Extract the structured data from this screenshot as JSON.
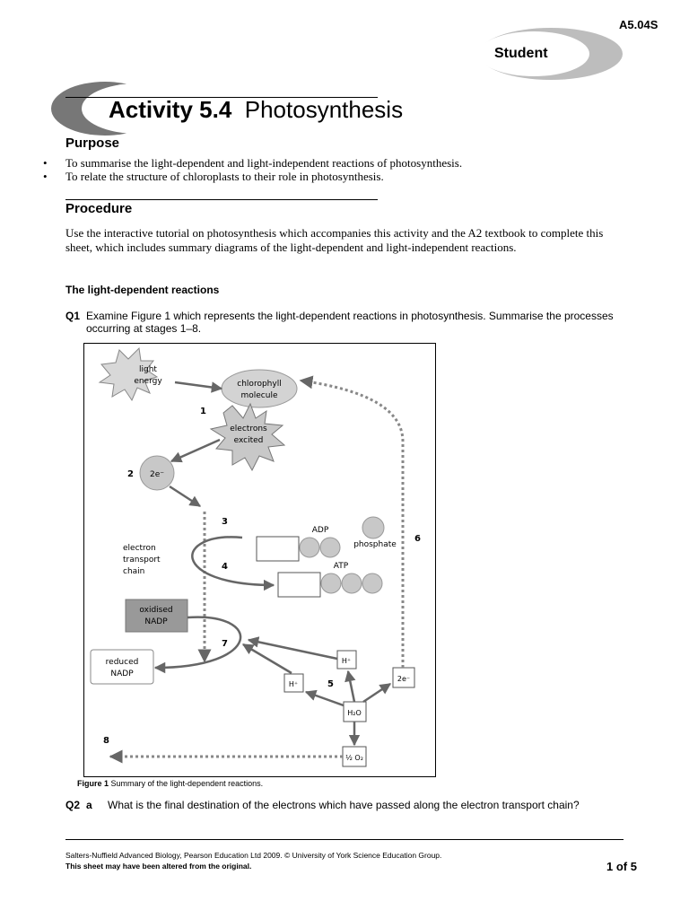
{
  "header": {
    "doc_code": "A5.04S",
    "badge_label": "Student"
  },
  "title": {
    "activity": "Activity 5.4",
    "topic": "Photosynthesis"
  },
  "purpose": {
    "heading": "Purpose",
    "items": [
      "To summarise the light-dependent and light-independent reactions of photosynthesis.",
      "To relate the structure of chloroplasts to their role in photosynthesis."
    ]
  },
  "procedure": {
    "heading": "Procedure",
    "text": "Use the interactive tutorial on photosynthesis which accompanies this activity and the A2 textbook to complete this sheet, which includes summary diagrams of the light-dependent and light-independent reactions."
  },
  "section": {
    "heading": "The light-dependent reactions"
  },
  "q1": {
    "number": "Q1",
    "text": "Examine Figure 1 which represents the light-dependent reactions in photosynthesis. Summarise the processes occurring at stages 1–8."
  },
  "figure": {
    "light_energy": [
      "light",
      "energy"
    ],
    "chlorophyll": [
      "chlorophyll",
      "molecule"
    ],
    "electrons_excited": [
      "electrons",
      "excited"
    ],
    "two_e": "2e⁻",
    "adp": "ADP",
    "phosphate": "phosphate",
    "atp": "ATP",
    "etc": [
      "electron",
      "transport",
      "chain"
    ],
    "oxidised_nadp": [
      "oxidised",
      "NADP"
    ],
    "reduced_nadp": [
      "reduced",
      "NADP"
    ],
    "h_plus": "H⁺",
    "h2o": "H₂O",
    "half_o2": "½ O₂",
    "stage_numbers": [
      "1",
      "2",
      "3",
      "4",
      "5",
      "6",
      "7",
      "8"
    ],
    "caption_label": "Figure 1",
    "caption_text": " Summary of the light-dependent reactions."
  },
  "q2": {
    "number": "Q2",
    "sub": "a",
    "text": "What is the final destination of the electrons which have passed along the electron transport chain?"
  },
  "footer": {
    "copyright": "Salters-Nuffield Advanced Biology, Pearson Education Ltd 2009. © University of York Science Education Group.",
    "note": "This sheet may have been altered from the original.",
    "page": "1 of 5"
  }
}
